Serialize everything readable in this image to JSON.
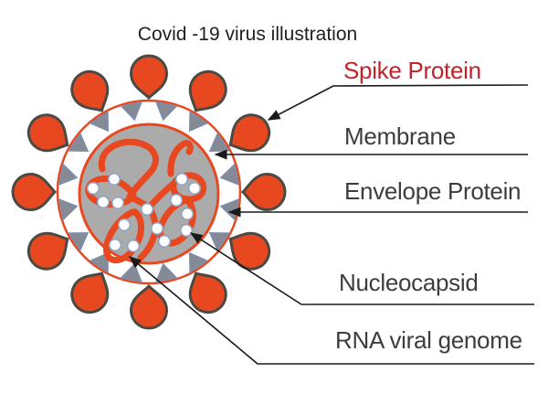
{
  "title": "Covid -19 virus illustration",
  "diagram": {
    "labels": {
      "spike": "Spike Protein",
      "membrane": "Membrane",
      "envelope": "Envelope Protein",
      "nucleocapsid": "Nucleocapsid",
      "rna": "RNA viral genome"
    },
    "colors": {
      "spike_label_red": "#c0242b",
      "label_text_gray": "#3d3d3d",
      "title_black": "#1f1f1f",
      "virus_orange": "#e8481f",
      "core_gray": "#acabab",
      "triangle_gray": "#848b96",
      "triangle_outline_blue": "#7c8fb4",
      "dot_outline_blue": "#8fa3c4",
      "spike_outline": "#4a4a45",
      "leader_line_black": "#1a1a1a",
      "background": "#ffffff"
    }
  }
}
